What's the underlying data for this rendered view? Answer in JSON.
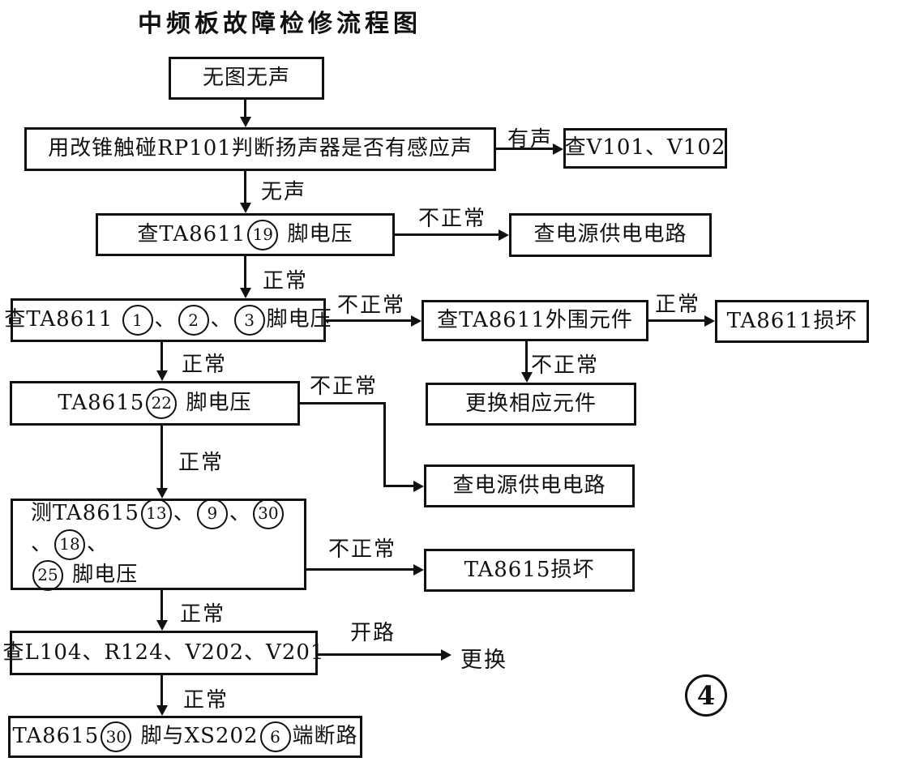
{
  "title": "中频板故障检修流程图",
  "page_marker": {
    "number": "4"
  },
  "nodes": {
    "start": {
      "segments": [
        {
          "t": "无图无声"
        }
      ]
    },
    "check_induction_sound": {
      "segments": [
        {
          "t": "用改锥触碰RP101判断扬声器是否有感应声"
        }
      ]
    },
    "check_v101_v102": {
      "segments": [
        {
          "t": "查V101、V102"
        }
      ]
    },
    "check_ta8611_pin19": {
      "segments": [
        {
          "t": "查TA8611"
        },
        {
          "c": "19"
        },
        {
          "t": " 脚电压"
        }
      ]
    },
    "check_power_supply_1": {
      "segments": [
        {
          "t": "查电源供电电路"
        }
      ]
    },
    "check_ta8611_pins_1_2_3": {
      "segments": [
        {
          "t": "查TA8611 "
        },
        {
          "c": "1"
        },
        {
          "t": "、"
        },
        {
          "c": "2"
        },
        {
          "t": "、"
        },
        {
          "c": "3"
        },
        {
          "t": "脚电压"
        }
      ]
    },
    "check_ta8611_peripheral": {
      "segments": [
        {
          "t": "查TA8611外围元件"
        }
      ]
    },
    "ta8611_damaged": {
      "segments": [
        {
          "t": "TA8611损坏"
        }
      ]
    },
    "replace_components": {
      "segments": [
        {
          "t": "更换相应元件"
        }
      ]
    },
    "ta8615_pin22": {
      "segments": [
        {
          "t": "TA8615"
        },
        {
          "c": "22"
        },
        {
          "t": " 脚电压"
        }
      ]
    },
    "check_power_supply_2": {
      "segments": [
        {
          "t": "查电源供电电路"
        }
      ]
    },
    "measure_ta8615_pins": {
      "segments": [
        {
          "t": "测TA8615"
        },
        {
          "c": "13"
        },
        {
          "t": "、"
        },
        {
          "c": "9"
        },
        {
          "t": "、"
        },
        {
          "c": "30"
        },
        {
          "t": "、"
        },
        {
          "c": "18"
        },
        {
          "t": "、"
        },
        {
          "br": true
        },
        {
          "c": "25"
        },
        {
          "t": " 脚电压"
        }
      ]
    },
    "ta8615_damaged": {
      "segments": [
        {
          "t": "TA8615损坏"
        }
      ]
    },
    "check_l104_r124": {
      "segments": [
        {
          "t": "查L104、R124、V202、V201"
        }
      ]
    },
    "ta8615_pin30_xs202": {
      "segments": [
        {
          "t": "TA8615"
        },
        {
          "c": "30"
        },
        {
          "t": " 脚与XS202"
        },
        {
          "c": "6"
        },
        {
          "t": "端断路"
        }
      ]
    }
  },
  "floating_text": {
    "replace": "更换"
  },
  "edge_labels": {
    "has_sound": "有声",
    "no_sound": "无声",
    "abnormal_d_e": "不正常",
    "normal_d_f": "正常",
    "abnormal_f_g": "不正常",
    "normal_g_h": "正常",
    "abnormal_g_i": "不正常",
    "normal_f_j": "正常",
    "abnormal_j_k": "不正常",
    "normal_j_l": "正常",
    "abnormal_l_m": "不正常",
    "normal_l_n": "正常",
    "open_circuit": "开路",
    "normal_n_o": "正常"
  },
  "colors": {
    "ink": "#111111",
    "paper": "#ffffff"
  }
}
